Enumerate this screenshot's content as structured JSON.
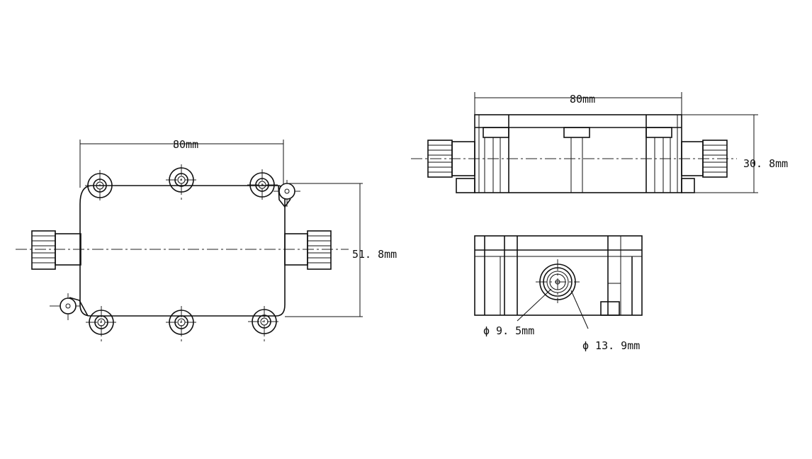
{
  "colors": {
    "line": "#111111",
    "background": "#ffffff"
  },
  "dimensions": {
    "top_view_width": "80mm",
    "top_view_height": "51. 8mm",
    "side_view_width": "80mm",
    "side_view_height": "30. 8mm",
    "inner_diameter": "ϕ 9. 5mm",
    "outer_diameter": "ϕ 13. 9mm"
  }
}
